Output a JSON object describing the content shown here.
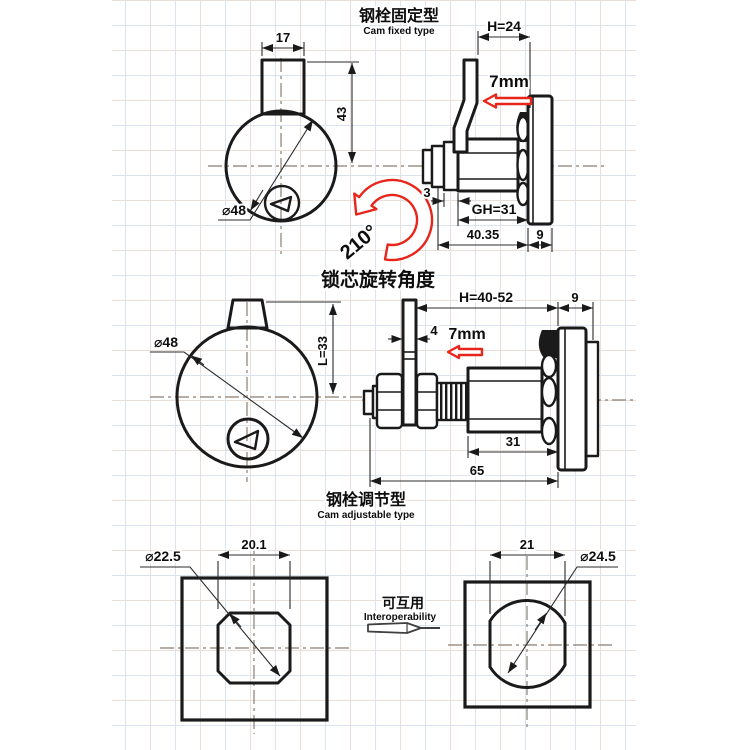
{
  "canvas": {
    "background": "#ffffff",
    "ink": "#1a1a1a",
    "accent_red": "#e8251a",
    "centerline_color": "#8a7e72",
    "grid_blue": "#dbe3ee",
    "grid_pink": "#e9dfd8"
  },
  "fixed_type": {
    "title_zh": "钢栓固定型",
    "title_en": "Cam fixed type",
    "front_view": {
      "tab_width": "17",
      "center_height": "43",
      "diameter": "⌀48",
      "rotation_angle": "210°"
    },
    "side_view": {
      "cam_height": "H=24",
      "cam_offset": "7mm",
      "step": "3",
      "grip_height": "GH=31",
      "body_length": "40.35",
      "flange_depth": "9"
    }
  },
  "rotation_section": {
    "title_zh": "锁芯旋转角度"
  },
  "adjustable_type": {
    "title_zh": "钢栓调节型",
    "title_en": "Cam adjustable type",
    "front_view": {
      "diameter": "⌀48",
      "center_height": "L=33"
    },
    "side_view": {
      "cam_height": "H=40-52",
      "flange_depth": "9",
      "cam_thickness": "4",
      "cam_offset": "7mm",
      "body_length": "31",
      "total_length": "65"
    }
  },
  "cutout_section": {
    "left_hole": {
      "width": "20.1",
      "diameter": "⌀22.5"
    },
    "interop": {
      "zh": "可互用",
      "en": "Interoperability"
    },
    "right_hole": {
      "width": "21",
      "diameter": "⌀24.5"
    }
  }
}
